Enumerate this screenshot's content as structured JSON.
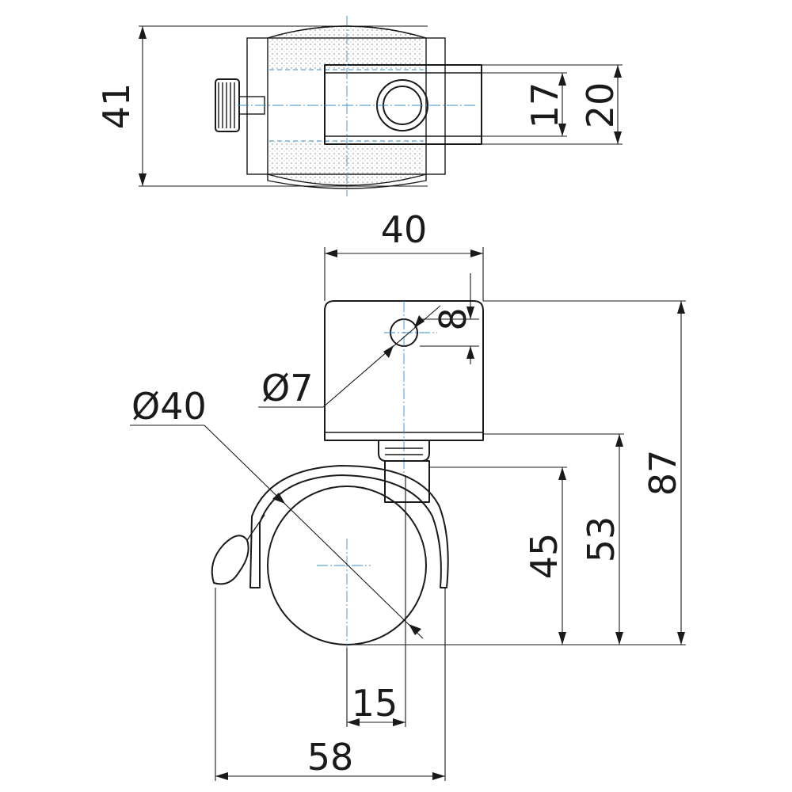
{
  "colors": {
    "outline": "#1a1a1a",
    "centerline": "#3a8fc7",
    "background": "#ffffff"
  },
  "dimensions": {
    "top_height": "41",
    "socket_inner": "17",
    "socket_outer": "20",
    "plate_width": "40",
    "hole_offset": "8",
    "hole_diameter": "Ø7",
    "wheel_diameter": "Ø40",
    "axle_height": "45",
    "body_height": "53",
    "total_height": "87",
    "axle_offset": "15",
    "total_width": "58"
  }
}
